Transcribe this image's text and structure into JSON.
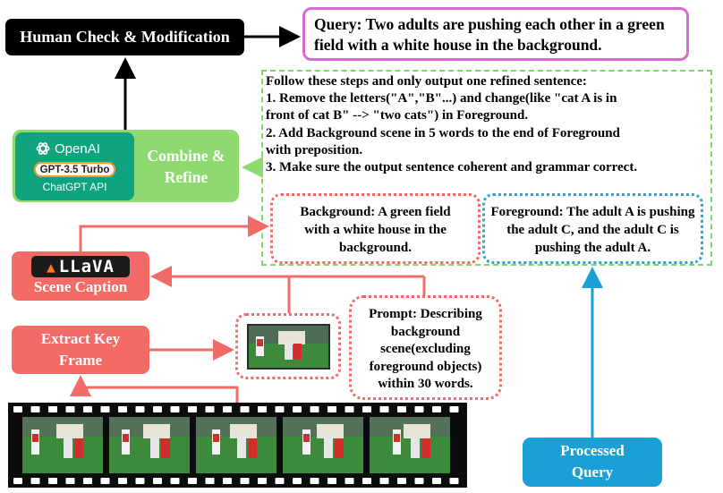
{
  "human_check": {
    "label": "Human Check & Modification"
  },
  "query": {
    "text": "Query: Two adults are pushing each other in a green field with a white house in the background."
  },
  "instructions": {
    "lines": [
      "Follow these steps and only output one refined sentence:",
      "1. Remove the letters(\"A\",\"B\"...) and change(like \"cat A is in",
      "front of cat B\" --> \"two cats\") in Foreground.",
      "2. Add Background scene in 5 words to the end of Foreground",
      "with preposition.",
      "3. Make sure the output sentence coherent and grammar correct."
    ]
  },
  "combine": {
    "label_line1": "Combine &",
    "label_line2": "Refine",
    "openai_label": "OpenAI",
    "model_label": "GPT-3.5 Turbo",
    "api_label": "ChatGPT API"
  },
  "background": {
    "text": "Background: A green field with a white house in the background."
  },
  "foreground": {
    "text": "Foreground: The adult A is pushing the adult C, and the adult C is pushing the adult A."
  },
  "llava": {
    "logo_text": "LLaVA",
    "label": "Scene Caption"
  },
  "extract": {
    "label_line1": "Extract Key",
    "label_line2": "Frame"
  },
  "prompt": {
    "text": "Prompt: Describing background scene(excluding foreground objects) within 30 words."
  },
  "processed": {
    "label_line1": "Processed",
    "label_line2": "Query"
  },
  "colors": {
    "black_box": "#000000",
    "query_border": "#d36bd0",
    "instruction_border": "#7dd96a",
    "combine_fill": "#8fd971",
    "openai_green": "#10a37f",
    "llava_red": "#f26b67",
    "background_border": "#ee6b67",
    "foreground_border": "#2ea3d6",
    "processed_blue": "#1aa0d4",
    "field_green": "#3e8a3c"
  },
  "icons": {
    "openai": "openai-logo-icon",
    "gpt_badge": "gpt-3.5-turbo-badge",
    "llava": "llava-flame-logo",
    "frame": "key-frame-photo",
    "filmstrip": "video-filmstrip"
  }
}
